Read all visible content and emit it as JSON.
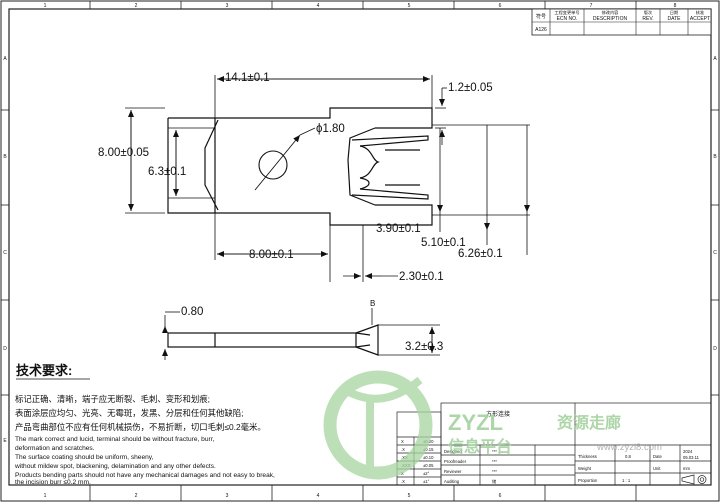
{
  "border": {
    "columns": [
      "1",
      "2",
      "3",
      "4",
      "5",
      "6",
      "7",
      "8"
    ],
    "rows": [
      "A",
      "B",
      "C",
      "D",
      "E"
    ]
  },
  "revision_block": {
    "headers": [
      "符号",
      "ECN NO.",
      "DESCRIPTION",
      "REV.",
      "DATE",
      "ACCEPT"
    ],
    "header_cn": [
      "工程变更单号",
      "修改内容",
      "版次",
      "日期",
      "核准"
    ],
    "row1": "A126"
  },
  "dimensions": {
    "top_length": "14.1±0.1",
    "tip_thickness": "1.2±0.05",
    "hole": "ϕ1.80",
    "overall_height": "8.00±0.05",
    "inner_height": "6.3±0.1",
    "slot_a": "3.90±0.1",
    "slot_b": "5.10±0.1",
    "slot_c": "6.26±0.1",
    "base_length": "8.00±0.1",
    "offset": "2.30±0.1",
    "side_thickness": "0.80",
    "side_height": "3.2±0.3",
    "section_marker": "B"
  },
  "requirements": {
    "title": "技术要求:",
    "lines_cn": [
      "标记正确、清晰，端子应无断裂、毛刺、变形和划痕;",
      "表面涂层应均匀、光亮、无霉斑，发黑、分层和任何其他缺陷;",
      "产品弯曲部位不应有任何机械损伤，不易折断，切口毛刺≤0.2毫米。"
    ],
    "lines_en": [
      "The mark correct and lucid, terminal should be without fracture, burr,",
      "deformation and  scratches.",
      "The surface coating should be uniform, sheeny,",
      "without mildew spot, blackening,  delamination and any other defects.",
      "Products bending parts should not have any mechanical damages and not easy to break,",
      " the  incision burr ≤0.2 mm."
    ]
  },
  "tolerance_table": {
    "rows": [
      {
        "key": "X",
        "val": "±0.20"
      },
      {
        "key": ".X",
        "val": "±0.15"
      },
      {
        "key": ".XX",
        "val": "±0.10"
      },
      {
        "key": ".XXX",
        "val": "±0.05"
      },
      {
        "key": "X",
        "val": "±2°"
      },
      {
        "key": ".X",
        "val": "±1°"
      }
    ]
  },
  "title_block": {
    "part_name": "方形连接",
    "drawn_label": "Designed",
    "check_label": "Proofreader",
    "review_label": "Reviewer",
    "approve_label": "Auditing",
    "drawn_val": "***",
    "check_val": "***",
    "review_val": "***",
    "approve_val": "储",
    "thickness_label": "Thickness",
    "thickness_val": "0.8",
    "weight_label": "Weight",
    "proportion_label": "Proportion",
    "proportion_val": "1 : 1",
    "date_label": "Date",
    "date_val": "2024",
    "date_sub": "05.03.11",
    "unit_label": "Unit",
    "unit_val": "mm"
  },
  "watermark": {
    "brand": "ZYZL",
    "brand_sub": "资源走廊",
    "slogan": "信息平台",
    "url": "www.zyzl8.com"
  }
}
